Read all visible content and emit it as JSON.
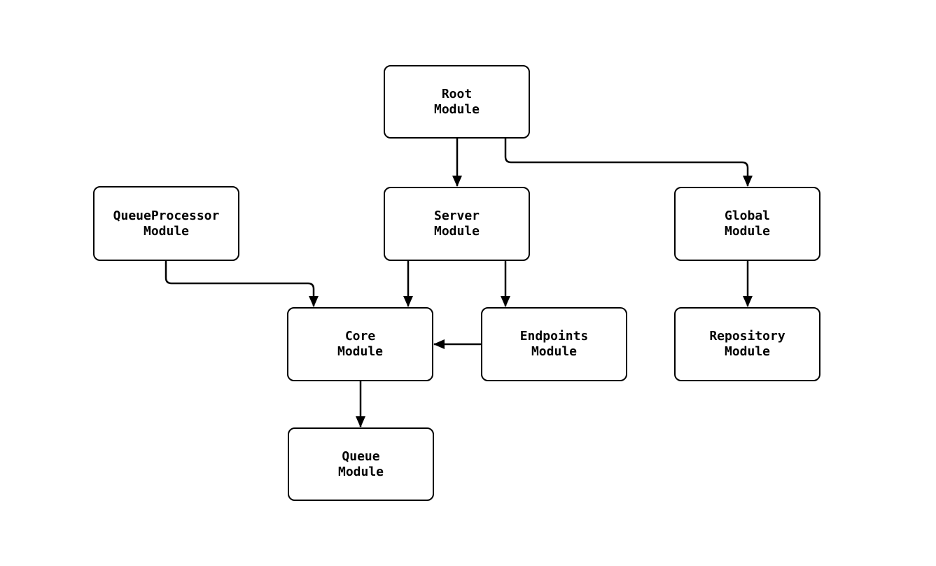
{
  "diagram": {
    "background_color": "#ffffff",
    "stroke_color": "#000000",
    "node_fill_color": "#ffffff",
    "nodes": {
      "root": {
        "label": "Root\nModule"
      },
      "queue_processor": {
        "label": "QueueProcessor\nModule"
      },
      "server": {
        "label": "Server\nModule"
      },
      "global": {
        "label": "Global\nModule"
      },
      "core": {
        "label": "Core\nModule"
      },
      "endpoints": {
        "label": "Endpoints\nModule"
      },
      "repository": {
        "label": "Repository\nModule"
      },
      "queue": {
        "label": "Queue\nModule"
      }
    },
    "edges": [
      {
        "from": "root",
        "to": "server"
      },
      {
        "from": "root",
        "to": "global"
      },
      {
        "from": "queue_processor",
        "to": "core"
      },
      {
        "from": "server",
        "to": "core"
      },
      {
        "from": "server",
        "to": "endpoints"
      },
      {
        "from": "endpoints",
        "to": "core"
      },
      {
        "from": "global",
        "to": "repository"
      },
      {
        "from": "core",
        "to": "queue"
      }
    ]
  }
}
